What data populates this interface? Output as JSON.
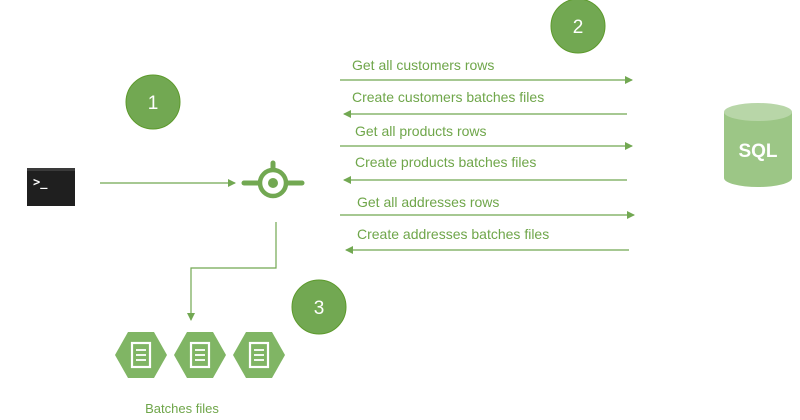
{
  "colors": {
    "green_dark": "#5d9a2c",
    "green_main": "#72a852",
    "green_light": "#9cc686",
    "label_green": "#6fa64a",
    "terminal_bg": "#1f1f1f"
  },
  "steps": [
    {
      "number": "1"
    },
    {
      "number": "2"
    },
    {
      "number": "3"
    }
  ],
  "terminal": {
    "prompt": ">_",
    "icon": "terminal-icon"
  },
  "hub": {
    "icon": "connector-hub-icon"
  },
  "database": {
    "label": "SQL",
    "icon": "database-icon"
  },
  "messages": [
    {
      "text": "Get all customers rows",
      "direction": "to-database"
    },
    {
      "text": "Create customers batches files",
      "direction": "to-hub"
    },
    {
      "text": "Get all products rows",
      "direction": "to-database"
    },
    {
      "text": "Create products batches files",
      "direction": "to-hub"
    },
    {
      "text": "Get all addresses rows",
      "direction": "to-database"
    },
    {
      "text": "Create addresses batches files",
      "direction": "to-hub"
    }
  ],
  "batches": {
    "caption": "Batches files",
    "file_icons": [
      "document-icon",
      "document-icon",
      "document-icon"
    ]
  }
}
